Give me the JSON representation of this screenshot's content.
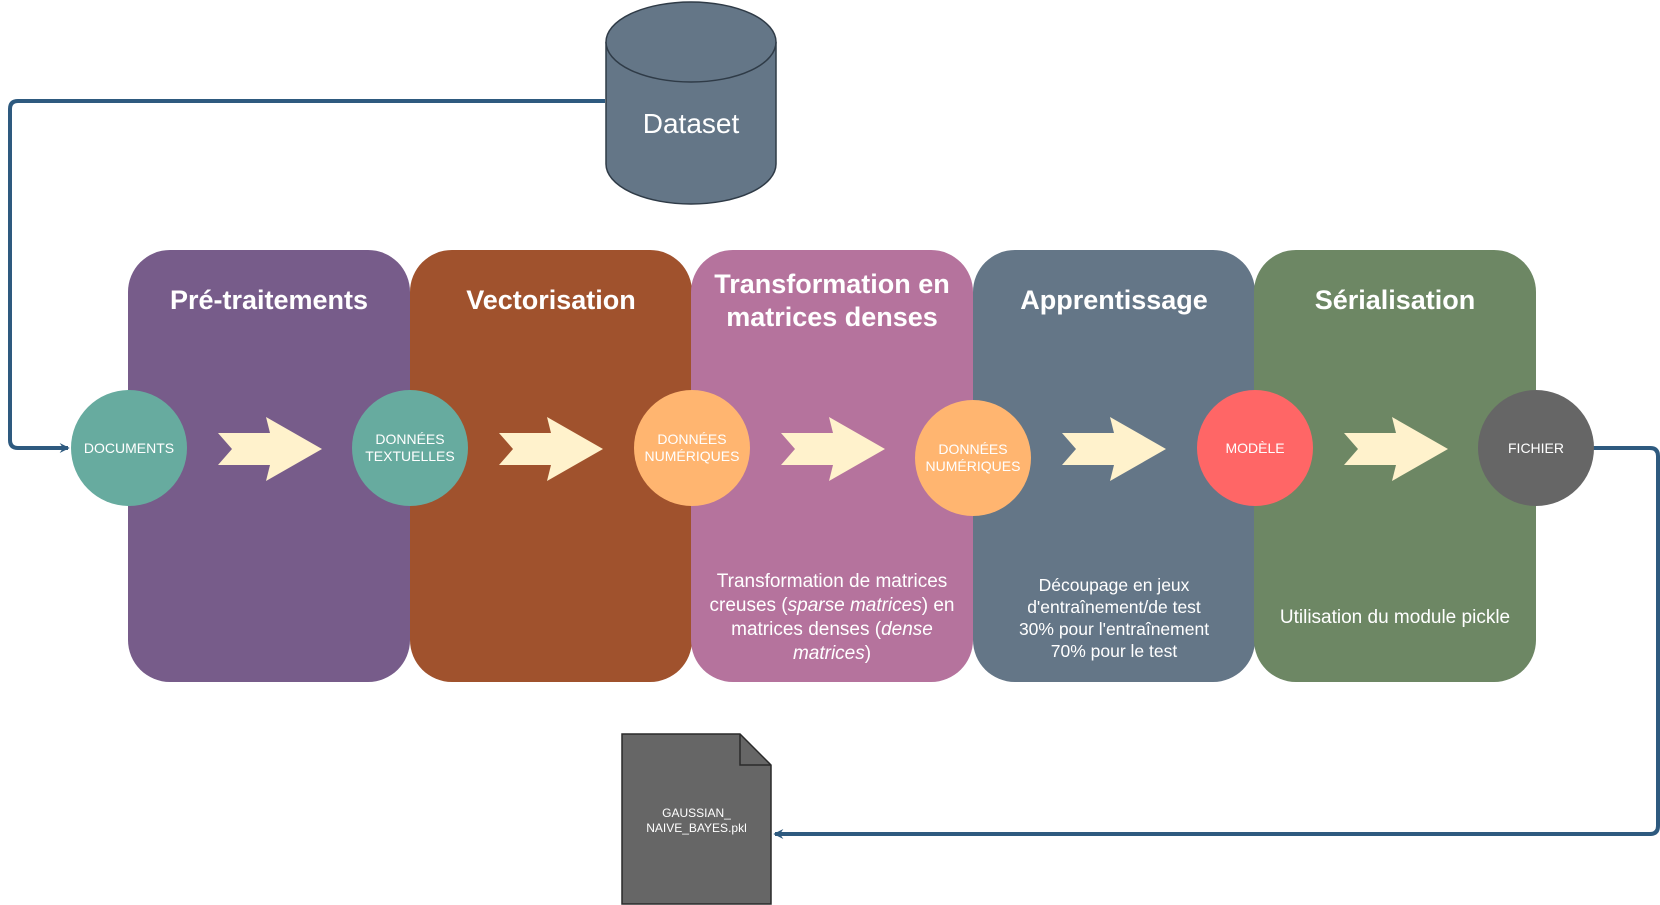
{
  "dataset": {
    "label": "Dataset"
  },
  "stages": [
    {
      "title": "Pré-traitements",
      "color": "#775C8A",
      "description": ""
    },
    {
      "title": "Vectorisation",
      "color": "#A0522D",
      "description": ""
    },
    {
      "title": "Transformation en matrices denses",
      "color": "#B5739D",
      "description_parts": [
        "Transformation de matrices creuses (",
        "sparse matrices",
        ") en matrices denses (",
        "dense matrices",
        ")"
      ]
    },
    {
      "title": "Apprentissage",
      "color": "#647687",
      "description_lines": [
        "Découpage en jeux d'entraînement/de test",
        "30% pour l'entraînement",
        "70% pour le test"
      ]
    },
    {
      "title": "Sérialisation",
      "color": "#6D8764",
      "description": "Utilisation du module pickle"
    }
  ],
  "nodes": [
    {
      "label_lines": [
        "DOCUMENTS"
      ],
      "color": "#67AB9F"
    },
    {
      "label_lines": [
        "DONNÉES",
        "TEXTUELLES"
      ],
      "color": "#67AB9F"
    },
    {
      "label_lines": [
        "DONNÉES",
        "NUMÉRIQUES"
      ],
      "color": "#FFB570"
    },
    {
      "label_lines": [
        "DONNÉES",
        "NUMÉRIQUES"
      ],
      "color": "#FFB570"
    },
    {
      "label_lines": [
        "MODÈLE"
      ],
      "color": "#FF6666"
    },
    {
      "label_lines": [
        "FICHIER"
      ],
      "color": "#666666"
    }
  ],
  "output_file": {
    "label": "GAUSSIAN_\nNAIVE_BAYES.pkl",
    "color": "#666666"
  },
  "colors": {
    "connector": "#2E5A7F",
    "arrow_fill": "#FFF2CC",
    "dataset": "#647687"
  }
}
